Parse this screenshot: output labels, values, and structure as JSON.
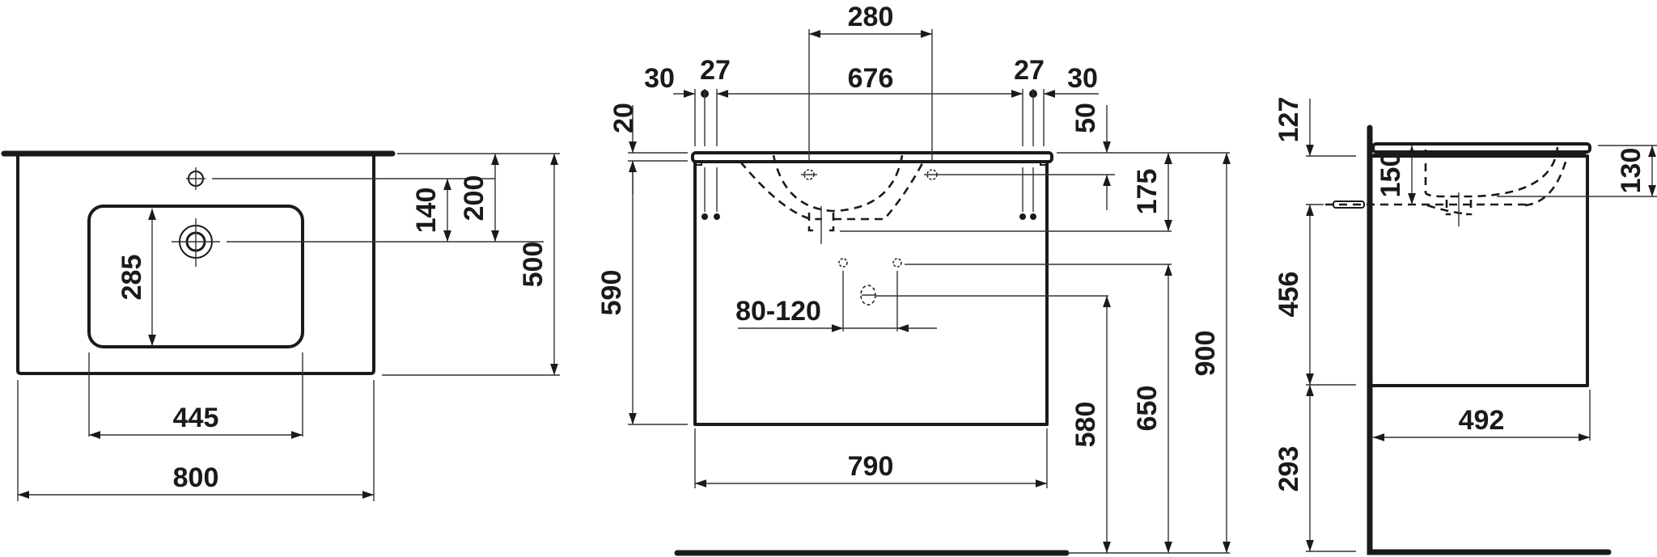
{
  "colors": {
    "line": "#1a1a1a",
    "dim_line": "#333333",
    "background": "#ffffff"
  },
  "top_view": {
    "overall_width": "800",
    "overall_depth": "500",
    "bowl_width": "445",
    "bowl_depth": "285",
    "tap_hole_to_drain": "140",
    "wall_to_drain": "200"
  },
  "front_view": {
    "tap_spacing": "280",
    "left_edge_offset": "30",
    "left_bracket_offset": "27",
    "bracket_spacing": "676",
    "right_bracket_offset": "27",
    "right_edge_offset": "30",
    "basin_thickness": "20",
    "cabinet_height": "590",
    "fixing_depth": "50",
    "drain_depth": "175",
    "supply_range": "80-120",
    "cabinet_width": "790",
    "waste_height": "580",
    "supply_height": "650",
    "overall_height": "900"
  },
  "side_view": {
    "top_to_fixing": "127",
    "fixing_to_drain": "150",
    "basin_depth": "130",
    "cabinet_height": "456",
    "floor_clearance": "293",
    "cabinet_depth": "492"
  }
}
